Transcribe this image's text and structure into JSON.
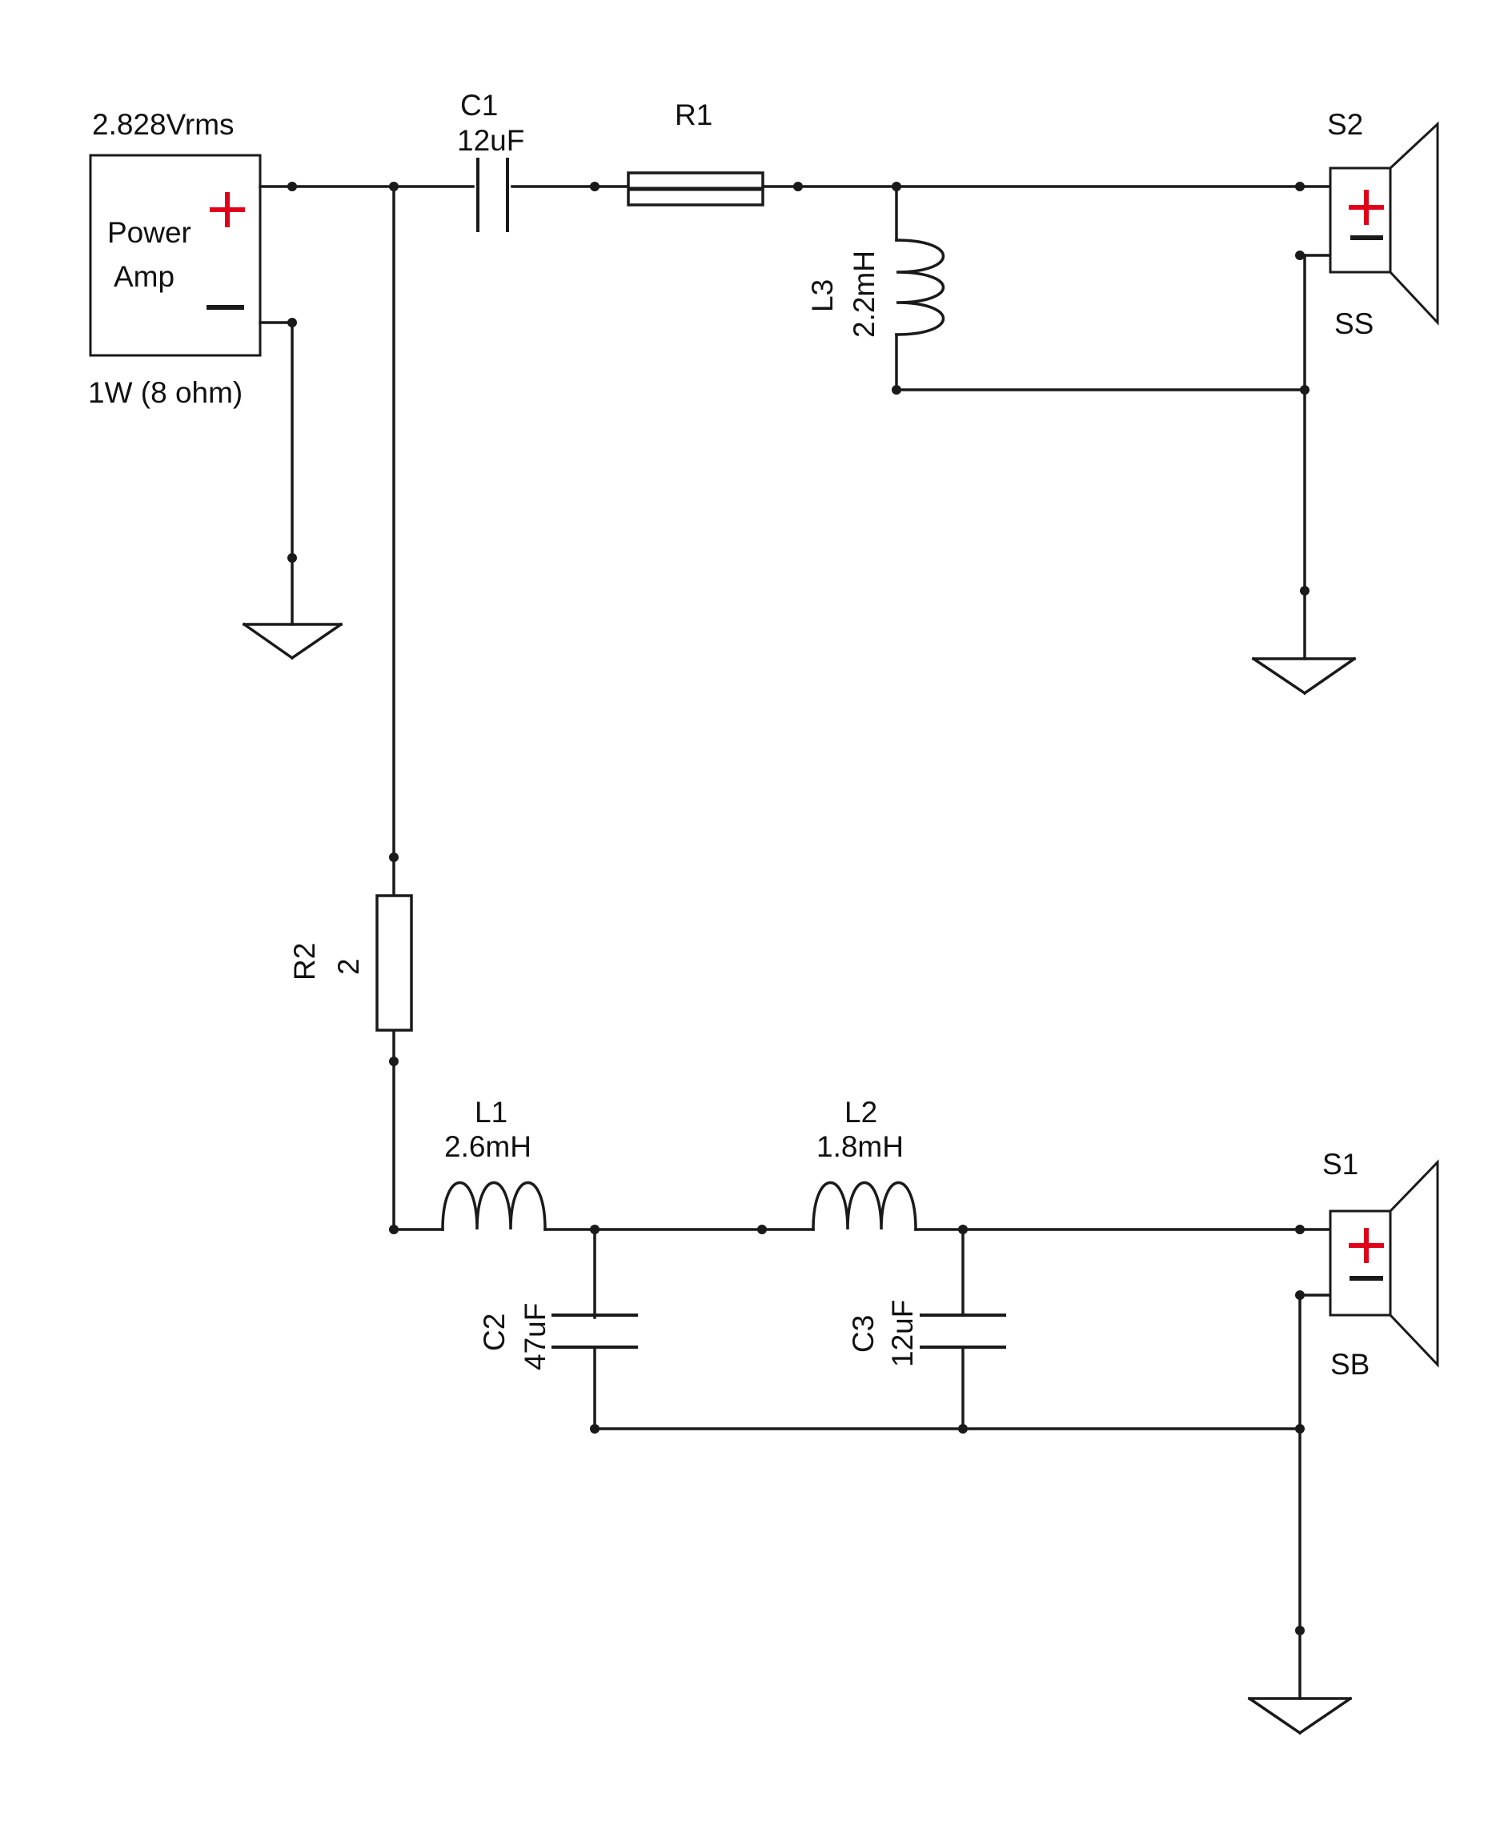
{
  "amp": {
    "voltage": "2.828Vrms",
    "name_line1": "Power",
    "name_line2": "Amp",
    "rating": "1W (8 ohm)",
    "plus": "+",
    "minus": "—"
  },
  "components": {
    "c1": {
      "ref": "C1",
      "value": "12uF"
    },
    "r1": {
      "ref": "R1"
    },
    "l3": {
      "ref": "L3",
      "value": "2.2mH"
    },
    "r2": {
      "ref": "R2",
      "value": "2"
    },
    "l1": {
      "ref": "L1",
      "value": "2.6mH"
    },
    "l2": {
      "ref": "L2",
      "value": "1.8mH"
    },
    "c2": {
      "ref": "C2",
      "value": "47uF"
    },
    "c3": {
      "ref": "C3",
      "value": "12uF"
    }
  },
  "speakers": {
    "s2": {
      "ref": "S2",
      "label": "SS"
    },
    "s1": {
      "ref": "S1",
      "label": "SB"
    }
  },
  "colors": {
    "wire": "#1a1a1a",
    "plus": "#e0001a",
    "background": "#ffffff"
  }
}
